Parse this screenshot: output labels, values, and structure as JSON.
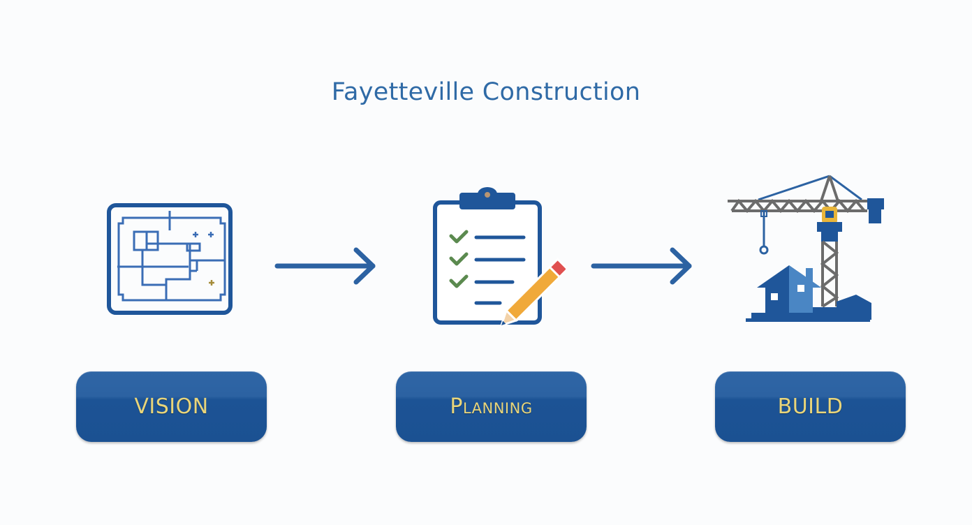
{
  "title": "Fayetteville Construction",
  "colors": {
    "primary": "#1f569a",
    "accent_text": "#e9d57a",
    "title": "#2f6aa6",
    "check": "#5b8a4f",
    "pencil": "#f0a93a",
    "eraser": "#e05050"
  },
  "steps": [
    {
      "label": "VISION",
      "icon": "blueprint-icon"
    },
    {
      "label": "Planning",
      "icon": "clipboard-checklist-icon"
    },
    {
      "label": "BUILD",
      "icon": "crane-house-icon"
    }
  ],
  "arrows": [
    "arrow-right-icon",
    "arrow-right-icon"
  ]
}
